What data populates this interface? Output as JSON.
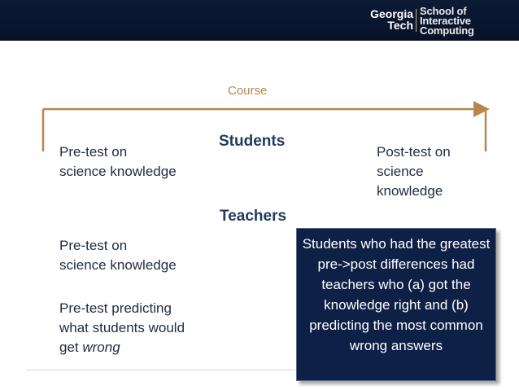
{
  "logo": {
    "institute_line1": "Georgia",
    "institute_line2": "Tech",
    "school_line1": "School of",
    "school_line2": "Interactive",
    "school_line3": "Computing"
  },
  "course_label": "Course",
  "students_heading": "Students",
  "teachers_heading": "Teachers",
  "students_pre_line1": "Pre-test on",
  "students_pre_line2": "science knowledge",
  "students_post_line1": "Post-test on",
  "students_post_line2": "science",
  "students_post_line3": "knowledge",
  "teachers_pre_line1": "Pre-test on",
  "teachers_pre_line2": "science knowledge",
  "teachers_predict_line1": "Pre-test predicting",
  "teachers_predict_line2": "what students would",
  "teachers_predict_line3_prefix": "get ",
  "teachers_predict_line3_emph": "wrong",
  "callout_text": "Students who had the greatest pre->post differences had teachers who (a) got the knowledge right and (b) predicting the most common wrong answers",
  "colors": {
    "header_bg": "#0a1630",
    "bracket": "#b7874e",
    "callout_bg": "#0e2046",
    "text": "#1f2a44"
  }
}
